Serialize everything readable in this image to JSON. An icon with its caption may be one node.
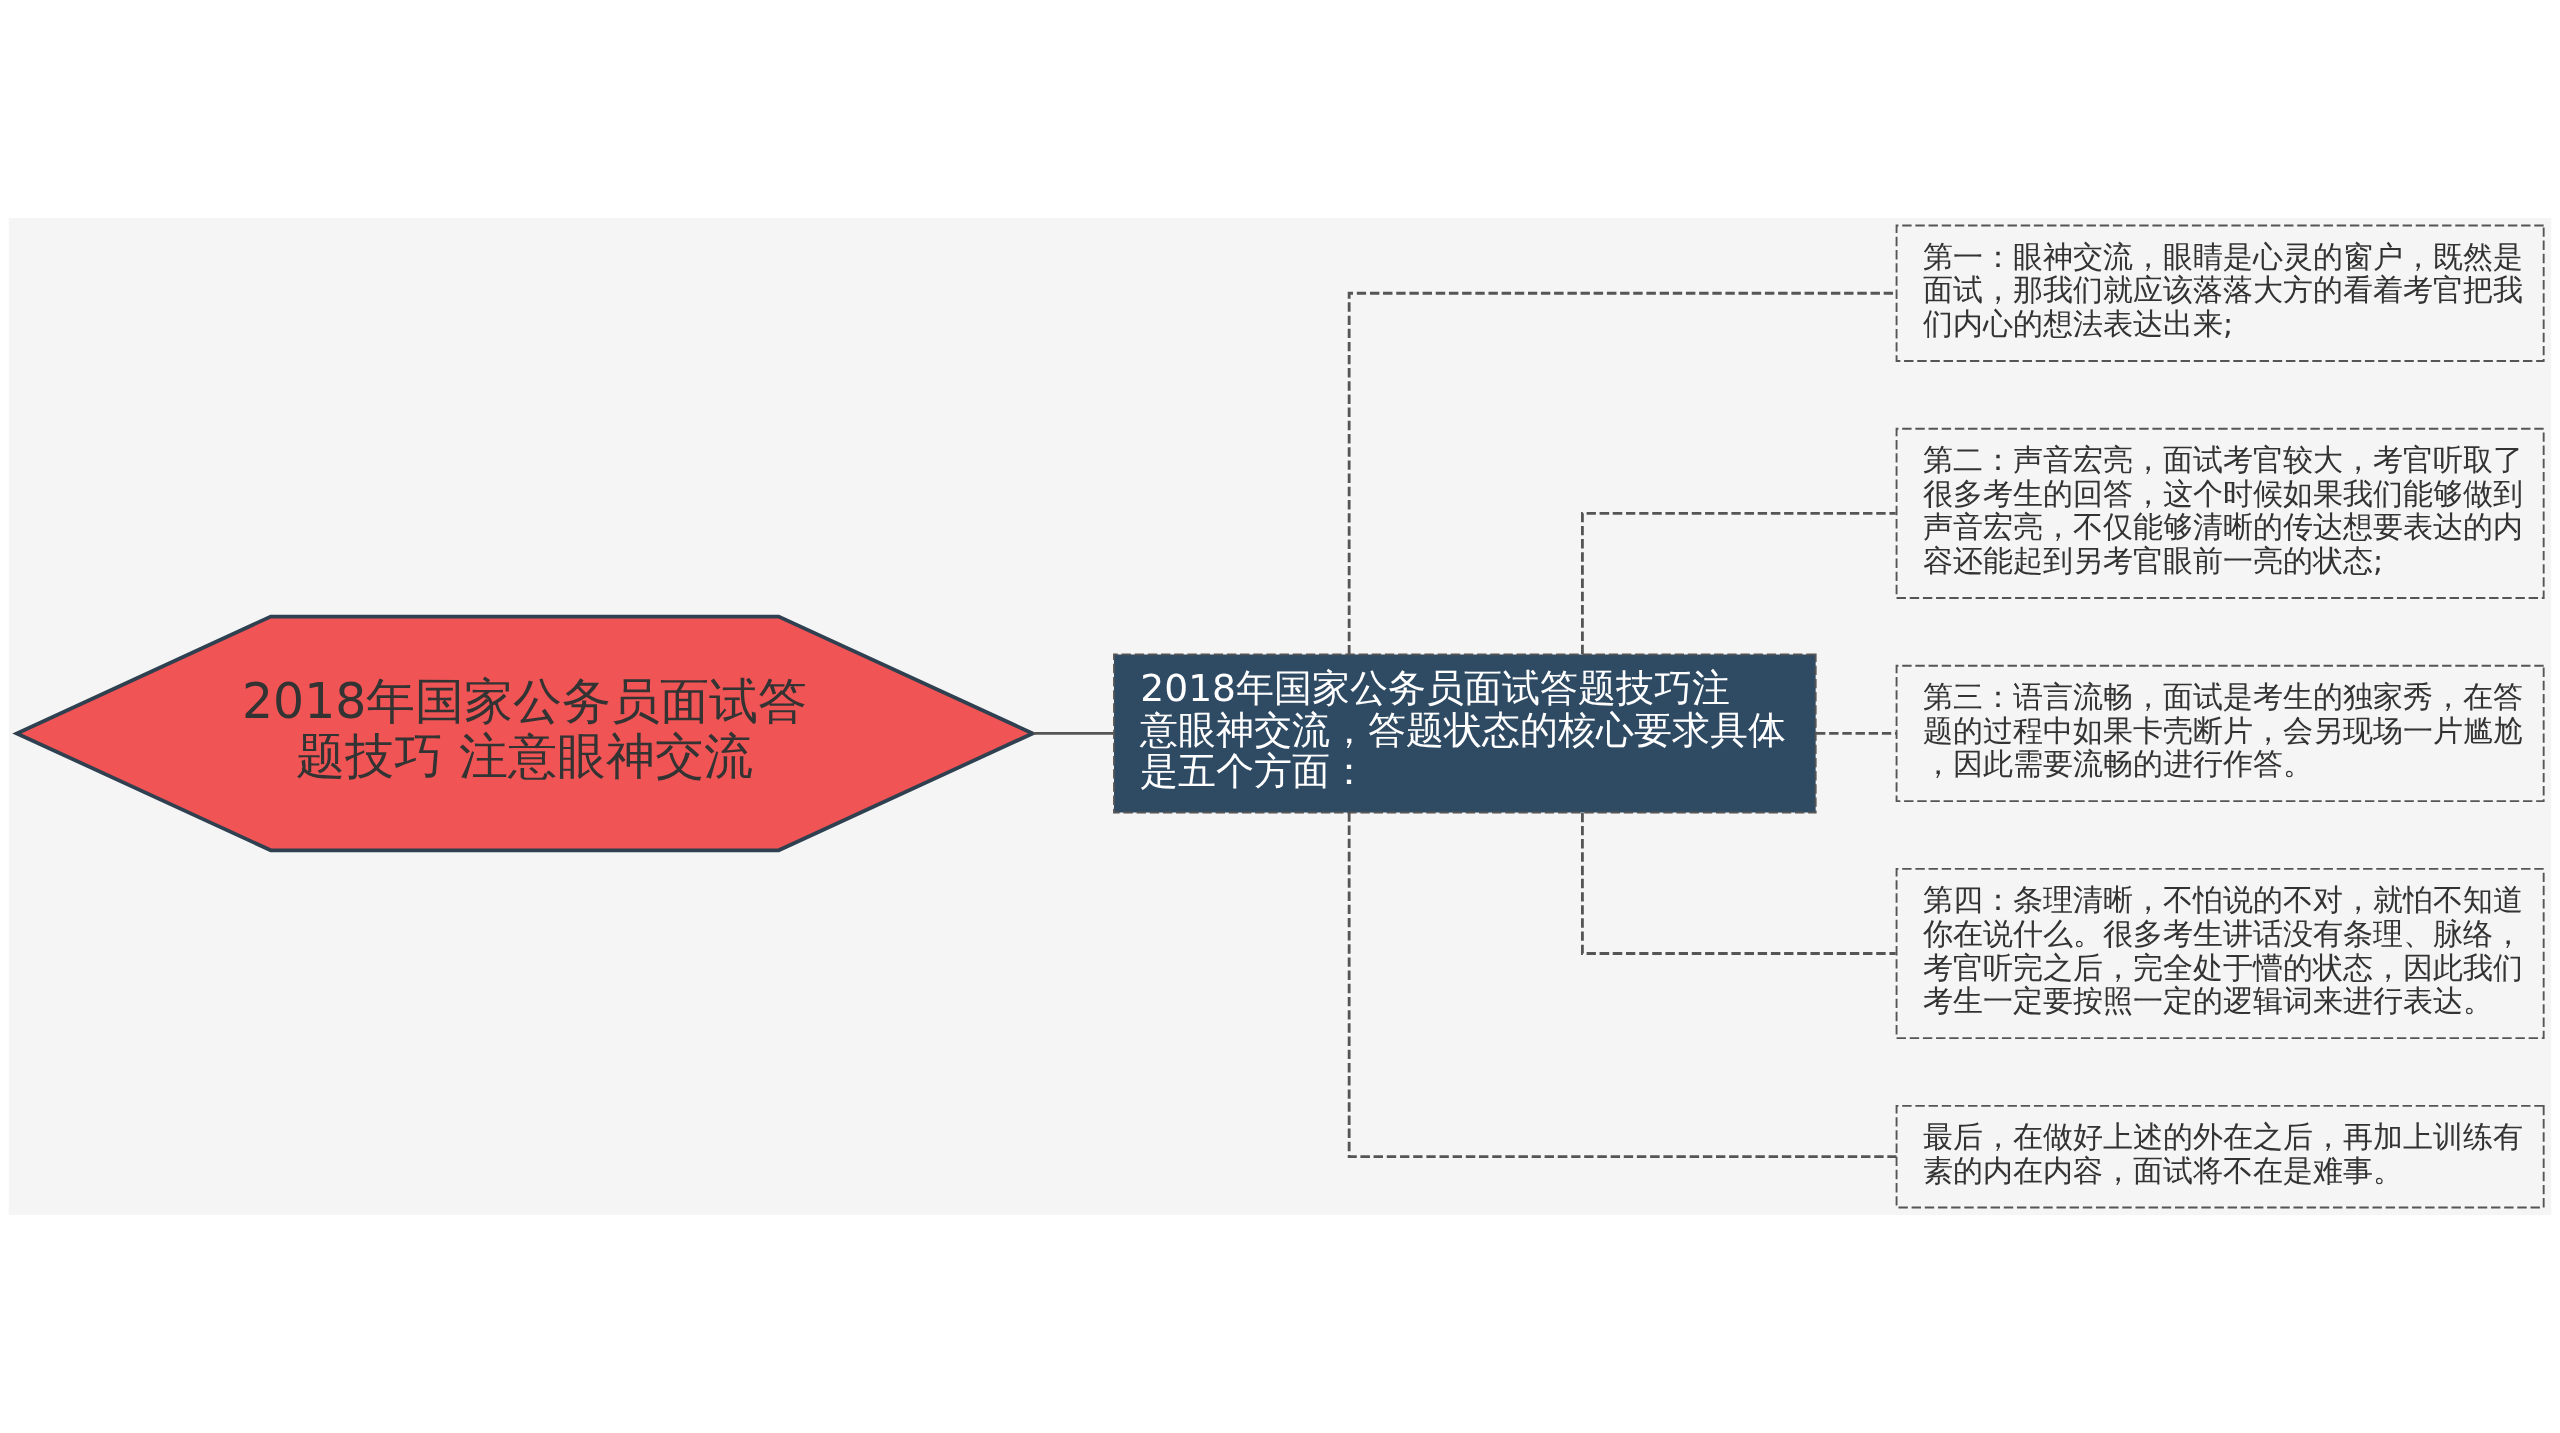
{
  "diagram": {
    "nodes": [
      {
        "text": [
          "2018年国家公务员面试答题技巧 注意眼神交流"
        ]
      },
      {
        "text": [
          "2018年国家公务员面试答题技巧注意眼神交流，答题状态的核心要求具体是五个方面："
        ]
      },
      {
        "text": [
          "第一：眼神交流，眼睛是心灵的窗户，既然是面试，那我们就应该落落大方的看着考官把我们内心的想法表达出来;"
        ]
      },
      {
        "text": [
          "第二：声音宏亮，面试考官较大，考官听取了很多考生的回答，这个时候如果我们能够做到声音宏亮，不仅能够清晰的传达想要表达的内容还能起到另考官眼前一亮的状态;"
        ]
      },
      {
        "text": [
          "第三：语言流畅，面试是考生的独家秀，在答题的过程中如果卡壳断片，会另现场一片尴尬，因此需要流畅的进行作答。"
        ]
      },
      {
        "text": [
          "第四：条理清晰，不怕说的不对，就怕不知道你在说什么。很多考生讲话没有条理、脉络，考官听完之后，完全处于懵的状态，因此我们考生一定要按照一定的逻辑词来进行表达。"
        ]
      },
      {
        "text": [
          "最后，在做好上述的外在之后，再加上训练有素的内在内容，面试将不在是难事。"
        ]
      }
    ],
    "edges": [
      {
        "from": 0,
        "to": 1,
        "arrow": "none"
      },
      {
        "from": 1,
        "to": 2,
        "arrow": "none",
        "style": "dashed"
      },
      {
        "from": 1,
        "to": 3,
        "arrow": "none",
        "style": "dashed"
      },
      {
        "from": 1,
        "to": 4,
        "arrow": "none",
        "style": "dashed"
      },
      {
        "from": 1,
        "to": 5,
        "arrow": "none",
        "style": "dashed"
      },
      {
        "from": 1,
        "to": 6,
        "arrow": "none",
        "style": "dashed"
      }
    ]
  }
}
